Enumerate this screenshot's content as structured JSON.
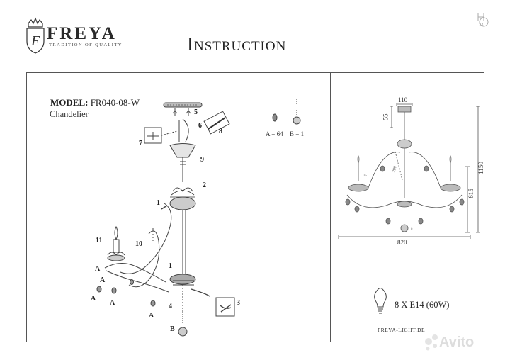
{
  "header": {
    "brand": "FREYA",
    "tagline": "TRADITION OF QUALITY",
    "title": "Instruction"
  },
  "product": {
    "model_label": "MODEL:",
    "model_code": "FR040-08-W",
    "type": "Chandelier"
  },
  "parts": {
    "a_label": "A = 64",
    "b_label": "B = 1"
  },
  "callouts": [
    "1",
    "2",
    "3",
    "4",
    "5",
    "6",
    "7",
    "8",
    "9",
    "10",
    "11",
    "A",
    "B"
  ],
  "dimensions": {
    "top_width": "110",
    "top_height": "55",
    "total_height": "1150",
    "body_height": "615",
    "width": "820",
    "center": "290",
    "small_a": "35",
    "small_b": "8"
  },
  "bulb": {
    "spec": "8 X E14 (60W)"
  },
  "footer": {
    "site": "FREYA-LIGHT.DE",
    "watermark": "Avito",
    "corner_mark": "24"
  }
}
